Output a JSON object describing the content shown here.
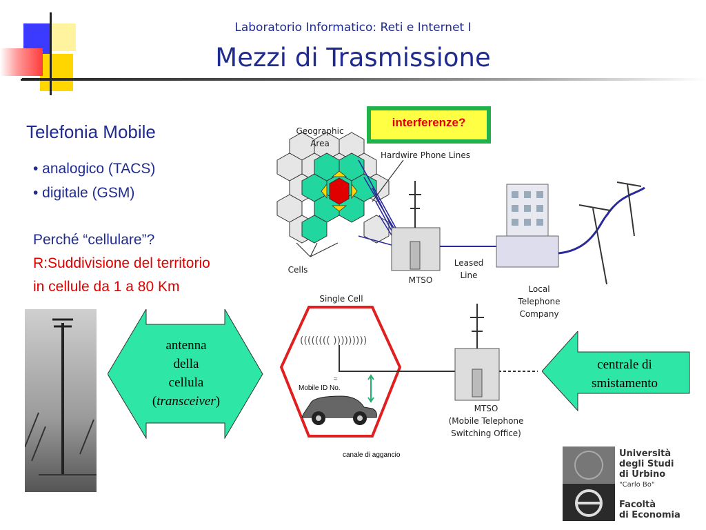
{
  "header": {
    "course": "Laboratorio Informatico: Reti e Internet I",
    "title": "Mezzi di Trasmissione"
  },
  "left": {
    "section_title": "Telefonia Mobile",
    "bullets": [
      "• analogico (TACS)",
      "• digitale (GSM)"
    ],
    "question": "Perché “cellulare”?",
    "answer_lines": [
      "R:Suddivisione del territorio",
      "in cellule da 1 a 80 Km"
    ]
  },
  "diagram": {
    "interference_label": "interferenze?",
    "geographic_area": "Geographic Area",
    "hardwire_lines": "Hardwire Phone Lines",
    "cells": "Cells",
    "mtso_top": "MTSO",
    "leased_line": [
      "Leased",
      "Line"
    ],
    "local_company": [
      "Local",
      "Telephone",
      "Company"
    ],
    "single_cell": "Single Cell",
    "mobile_id": "Mobile ID No.",
    "mtso_bottom": [
      "MTSO",
      "(Mobile Telephone",
      "Switching Office)"
    ],
    "channel": "canale di aggancio"
  },
  "arrows": {
    "antenna": [
      "antenna",
      "della",
      "cellula",
      "transceiver"
    ],
    "central": [
      "centrale di",
      "smistamento"
    ]
  },
  "university": {
    "lines": [
      "Università",
      "degli Studi",
      "di Urbino",
      "\"Carlo Bo\"",
      "Facoltà",
      "di Economia"
    ]
  },
  "colors": {
    "title_blue": "#1f2b8f",
    "answer_red": "#e00000",
    "arrow_green": "#2ee6a6",
    "cell_red": "#e02020"
  }
}
